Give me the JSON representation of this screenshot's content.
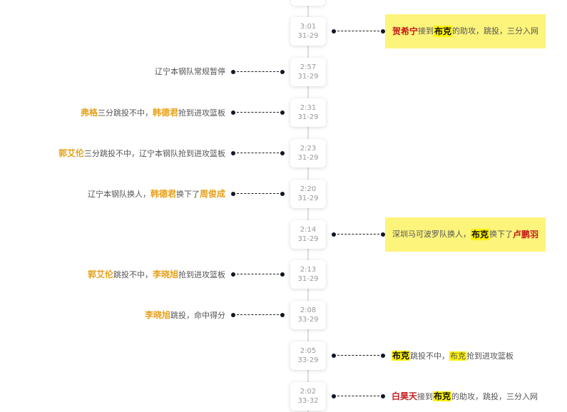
{
  "events": [
    {
      "time": "3:01",
      "score": "31-29",
      "side": "right",
      "highlight": true,
      "parts": [
        {
          "text": "贺希宁",
          "style": "red"
        },
        {
          "text": "接到",
          "style": "plain"
        },
        {
          "text": "布克",
          "style": "black-mark"
        },
        {
          "text": "的助攻，跳投，三分入网",
          "style": "plain"
        }
      ]
    },
    {
      "time": "2:57",
      "score": "31-29",
      "side": "left",
      "highlight": false,
      "parts": [
        {
          "text": "辽宁本钢队常规暂停",
          "style": "plain"
        }
      ]
    },
    {
      "time": "2:31",
      "score": "31-29",
      "side": "left",
      "highlight": false,
      "parts": [
        {
          "text": "弗格",
          "style": "orange"
        },
        {
          "text": "三分跳投不中，",
          "style": "plain"
        },
        {
          "text": "韩德君",
          "style": "orange"
        },
        {
          "text": "抢到进攻篮板",
          "style": "plain"
        }
      ]
    },
    {
      "time": "2:23",
      "score": "31-29",
      "side": "left",
      "highlight": false,
      "parts": [
        {
          "text": "郭艾伦",
          "style": "orange"
        },
        {
          "text": "三分跳投不中，辽宁本钢队抢到进攻篮板",
          "style": "plain"
        }
      ]
    },
    {
      "time": "2:20",
      "score": "31-29",
      "side": "left",
      "highlight": false,
      "parts": [
        {
          "text": "辽宁本钢队换人，",
          "style": "plain"
        },
        {
          "text": "韩德君",
          "style": "orange"
        },
        {
          "text": "换下了",
          "style": "plain"
        },
        {
          "text": "周俊成",
          "style": "orange"
        }
      ]
    },
    {
      "time": "2:14",
      "score": "31-29",
      "side": "right",
      "highlight": true,
      "parts": [
        {
          "text": "深圳马可波罗队换人，",
          "style": "plain"
        },
        {
          "text": "布克",
          "style": "black-mark"
        },
        {
          "text": "换下了",
          "style": "plain"
        },
        {
          "text": "卢鹏羽",
          "style": "red"
        }
      ]
    },
    {
      "time": "2:13",
      "score": "31-29",
      "side": "left",
      "highlight": false,
      "parts": [
        {
          "text": "郭艾伦",
          "style": "orange"
        },
        {
          "text": "跳投不中，",
          "style": "plain"
        },
        {
          "text": "李晓旭",
          "style": "orange"
        },
        {
          "text": "抢到进攻篮板",
          "style": "plain"
        }
      ]
    },
    {
      "time": "2:08",
      "score": "33-29",
      "side": "left",
      "highlight": false,
      "parts": [
        {
          "text": "李晓旭",
          "style": "orange"
        },
        {
          "text": "跳投，命中得分",
          "style": "plain"
        }
      ]
    },
    {
      "time": "2:05",
      "score": "33-29",
      "side": "right",
      "highlight": false,
      "parts": [
        {
          "text": "布克",
          "style": "black-mark"
        },
        {
          "text": "跳投不中，",
          "style": "plain"
        },
        {
          "text": "布克",
          "style": "mark"
        },
        {
          "text": "抢到进攻篮板",
          "style": "plain"
        }
      ]
    },
    {
      "time": "2:02",
      "score": "33-32",
      "side": "right",
      "highlight": false,
      "parts": [
        {
          "text": "白昊天",
          "style": "red"
        },
        {
          "text": "接到",
          "style": "plain"
        },
        {
          "text": "布克",
          "style": "black-mark"
        },
        {
          "text": "的助攻，跳投，三分入网",
          "style": "plain"
        }
      ]
    }
  ]
}
